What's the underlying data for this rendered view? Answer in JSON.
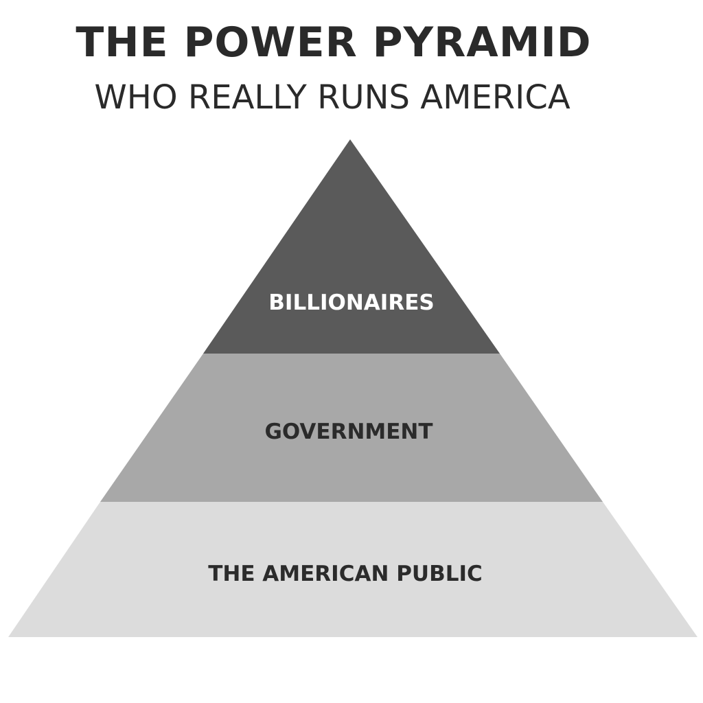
{
  "header": {
    "title": "THE POWER PYRAMID",
    "subtitle": "WHO REALLY RUNS AMERICA"
  },
  "pyramid": {
    "tiers": [
      {
        "label": "BILLIONAIRES",
        "fill": "#5a5a5a",
        "text_color": "#ffffff"
      },
      {
        "label": "GOVERNMENT",
        "fill": "#a8a8a8",
        "text_color": "#2b2b2b"
      },
      {
        "label": "THE AMERICAN PUBLIC",
        "fill": "#dcdcdc",
        "text_color": "#2b2b2b"
      }
    ]
  }
}
